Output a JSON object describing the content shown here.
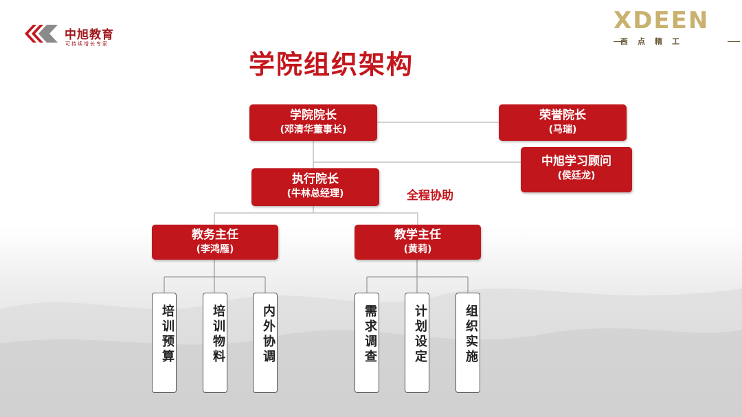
{
  "logo_left": {
    "name": "中旭教育",
    "slogan": "可持续增长专家"
  },
  "logo_right": {
    "brand": "XDEEN",
    "sub": "西点精工"
  },
  "title": "学院组织架构",
  "org": {
    "dean": {
      "role": "学院院长",
      "person": "(邓清华董事长)"
    },
    "honorary_dean": {
      "role": "荣誉院长",
      "person": "(马瑞)"
    },
    "advisor": {
      "role": "中旭学习顾问",
      "person": "(侯廷龙)"
    },
    "executive_dean": {
      "role": "执行院长",
      "person": "(牛林总经理)"
    },
    "assist_label": "全程协助",
    "academic_affairs": {
      "role": "教务主任",
      "person": "(李鸿雁)"
    },
    "teaching": {
      "role": "教学主任",
      "person": "(黄莉)"
    },
    "tasks_affairs": [
      "培训预算",
      "培训物料",
      "内外协调"
    ],
    "tasks_teaching": [
      "需求调查",
      "计划设定",
      "组织实施"
    ]
  },
  "colors": {
    "accent": "#c4161c",
    "box": "#c0161c",
    "gold": "#c9b16f"
  }
}
